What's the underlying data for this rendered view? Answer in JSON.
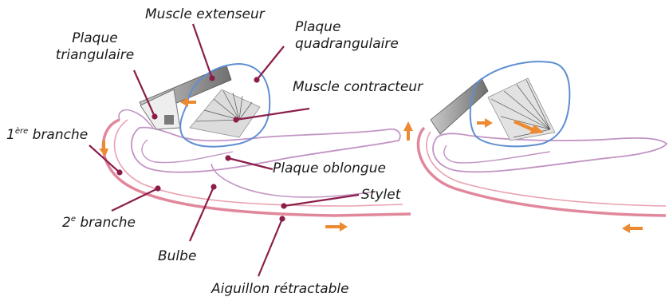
{
  "labels": {
    "muscle_extenseur": "Muscle extenseur",
    "plaque_quadrangulaire_1": "Plaque",
    "plaque_quadrangulaire_2": "quadrangulaire",
    "plaque_triangulaire_1": "Plaque",
    "plaque_triangulaire_2": "triangulaire",
    "muscle_contracteur": "Muscle contracteur",
    "premiere_branche_num": "1",
    "premiere_branche_sup": "ère",
    "premiere_branche_txt": " branche",
    "plaque_oblongue": "Plaque oblongue",
    "stylet": "Stylet",
    "deuxieme_branche_num": "2",
    "deuxieme_branche_sup": "e",
    "deuxieme_branche_txt": " branche",
    "bulbe": "Bulbe",
    "aiguillon": "Aiguillon rétractable"
  },
  "colors": {
    "leader_line": "#8b1d4a",
    "outer_branch": "#e1879b",
    "inner_branch": "#c294c4",
    "quad_plate": "#5f8fd0",
    "muscle_fill": "#9a9a9a",
    "arrow": "#ec8a32",
    "hatch": "#555555"
  }
}
